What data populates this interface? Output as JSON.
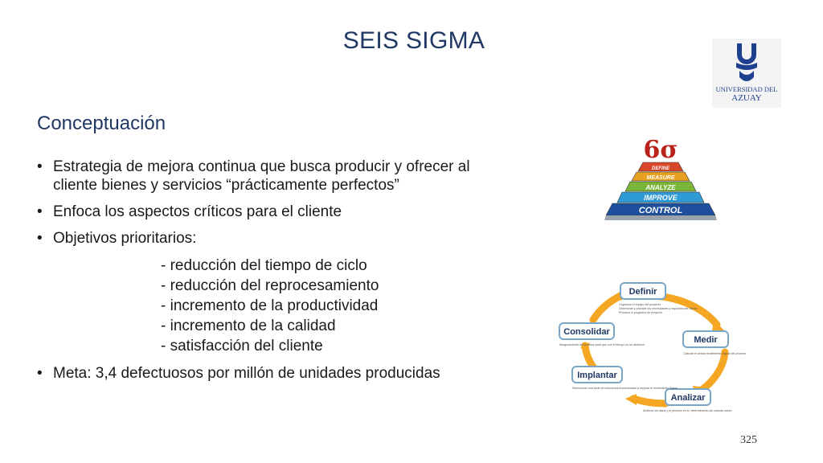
{
  "slide": {
    "title": "SEIS SIGMA",
    "subtitle": "Conceptuación",
    "page_number": "325"
  },
  "logo": {
    "line1": "UNIVERSIDAD DEL",
    "line2": "AZUAY",
    "color": "#1f3f8f"
  },
  "bullets": [
    "Estrategia de mejora continua que busca producir y ofrecer al cliente bienes y servicios “prácticamente perfectos”",
    "Enfoca los aspectos críticos para el cliente",
    "Objetivos prioritarios:",
    "Meta: 3,4 defectuosos por millón de unidades producidas"
  ],
  "objectives": [
    "- reducción del tiempo de ciclo",
    "- reducción del reprocesamiento",
    "- incremento de la productividad",
    "- incremento de la calidad",
    "- satisfacción del cliente"
  ],
  "pyramid": {
    "symbol": "6σ",
    "levels": [
      "DEFINE",
      "MEASURE",
      "ANALYZE",
      "IMPROVE",
      "CONTROL"
    ],
    "colors": [
      "#d9472b",
      "#e8a020",
      "#7ab538",
      "#2e9ad6",
      "#1d4f9c"
    ]
  },
  "cycle": {
    "steps": [
      "Definir",
      "Medir",
      "Analizar",
      "Implantar",
      "Consolidar"
    ],
    "notes": [
      "Organizar el equipo del proyecto",
      "Determinar y priorizar las necesidades y requisitos del cliente",
      "Preparar el programa de proyecto",
      "Calcular el actual rendimiento Sigma del proceso",
      "Analizar los datos y el proceso en sí, determinando las causas-raíces",
      "Seleccionar una serie de soluciones encaminadas a mejorar el rendimiento Sigma",
      "Aseguramiento del proceso para que con el tiempo no se deteriore"
    ],
    "arrow_color": "#f5a623"
  }
}
